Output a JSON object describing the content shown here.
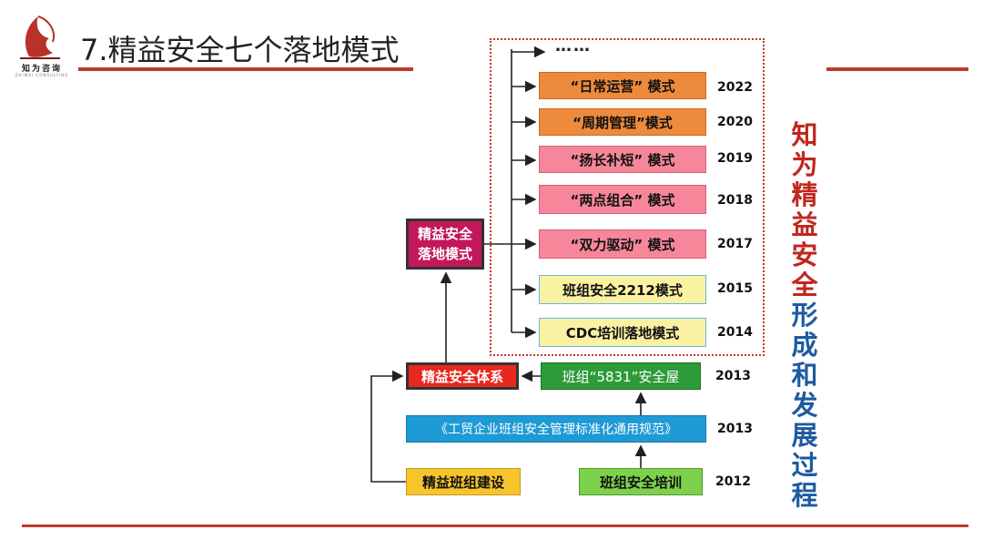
{
  "header": {
    "title": "7.精益安全七个落地模式",
    "logo_text": "知为咨询",
    "logo_sub": "ZHIWEI CONSULTING"
  },
  "diagram": {
    "more": "……",
    "main_node": {
      "line1": "精益安全",
      "line2": "落地模式"
    },
    "modes": [
      {
        "label": "“日常运营” 模式",
        "year": "2022"
      },
      {
        "label": "“周期管理”模式",
        "year": "2020"
      },
      {
        "label": "“扬长补短” 模式",
        "year": "2019"
      },
      {
        "label": "“两点组合” 模式",
        "year": "2018"
      },
      {
        "label": "“双力驱动” 模式",
        "year": "2017"
      },
      {
        "label": "班组安全2212模式",
        "year": "2015"
      },
      {
        "label": "CDC培训落地模式",
        "year": "2014"
      }
    ],
    "system": {
      "label": "精益安全体系"
    },
    "house": {
      "label": "班组“5831”安全屋",
      "year": "2013"
    },
    "spec": {
      "label": "《工贸企业班组安全管理标准化通用规范》",
      "year": "2013"
    },
    "build": {
      "label": "精益班组建设"
    },
    "training": {
      "label": "班组安全培训",
      "year": "2012"
    }
  },
  "side_title": {
    "red": "知为精益安全",
    "blue": "形成和发展过程"
  },
  "colors": {
    "accent_red": "#c0392b",
    "orange": "#ee8a3c",
    "pink": "#f6879a",
    "yellow": "#fbf1a3",
    "magenta": "#c2185b",
    "green": "#2e9b3a",
    "blue": "#1e9ad6",
    "gold": "#f6c42c",
    "light_green": "#7dd14c",
    "side_blue": "#1e5aa0"
  }
}
